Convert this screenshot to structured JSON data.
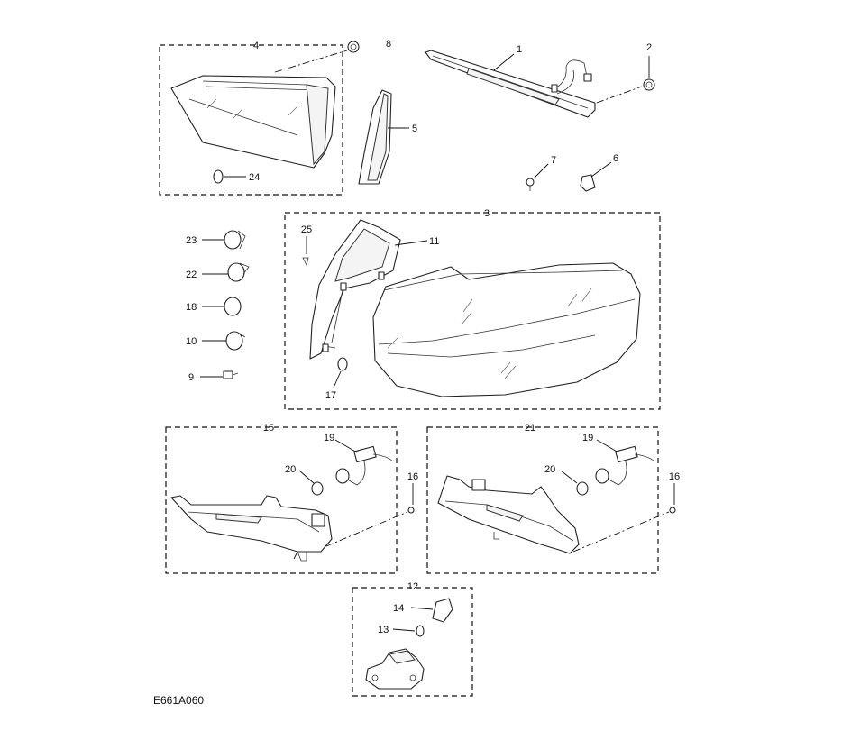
{
  "figure_code": "E661A060",
  "callouts": {
    "c1": "1",
    "c2": "2",
    "c3": "3",
    "c4": "4",
    "c5": "5",
    "c6": "6",
    "c7": "7",
    "c8": "8",
    "c9": "9",
    "c10": "10",
    "c11": "11",
    "c12": "12",
    "c13": "13",
    "c14": "14",
    "c15": "15",
    "c16": "16",
    "c17": "17",
    "c18": "18",
    "c19": "19",
    "c20": "20",
    "c21": "21",
    "c22": "22",
    "c23": "23",
    "c24": "24",
    "c25": "25"
  }
}
